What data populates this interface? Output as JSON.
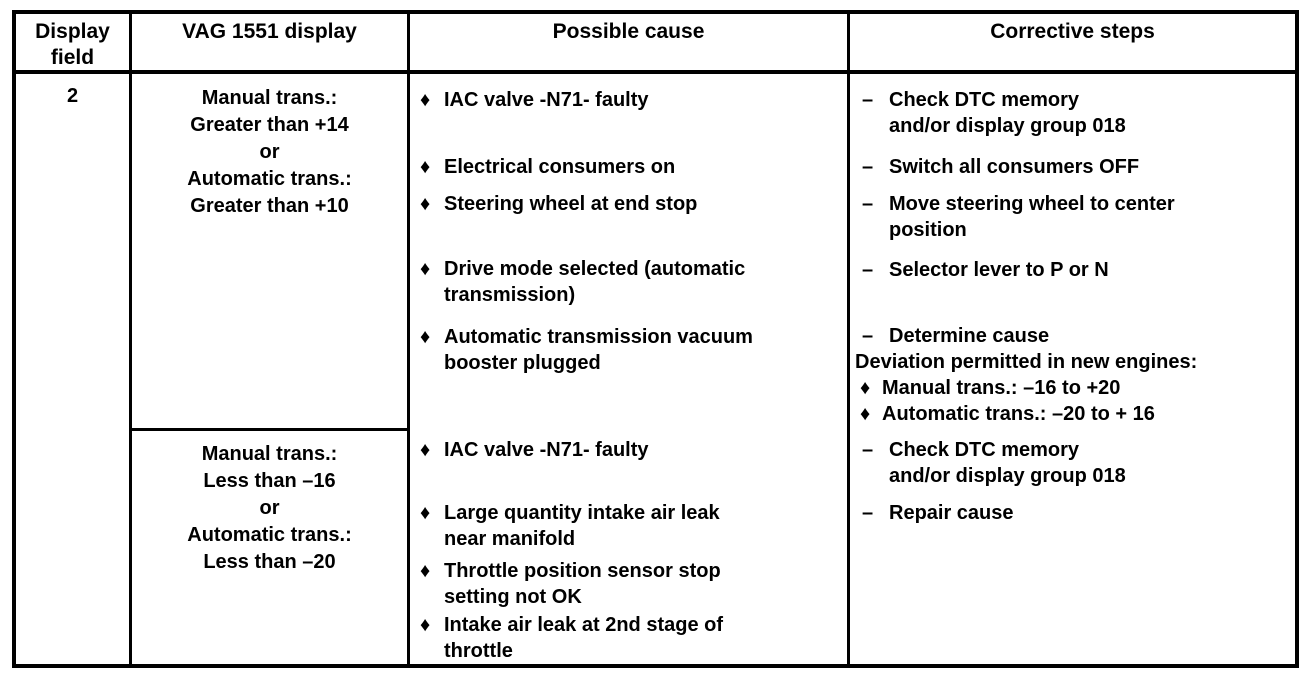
{
  "colors": {
    "background": "#ffffff",
    "text": "#000000",
    "border": "#000000"
  },
  "table": {
    "headers": {
      "display_field": "Display\nfield",
      "vag_display": "VAG 1551 display",
      "possible_cause": "Possible cause",
      "corrective_steps": "Corrective steps"
    },
    "display_field_value": "2",
    "sections": [
      {
        "vag_display": "Manual trans.:\nGreater than +14\nor\nAutomatic trans.:\nGreater than +10",
        "causes": [
          {
            "marker": "♦",
            "text": "IAC valve -N71- faulty"
          },
          {
            "marker": "♦",
            "text": "Electrical consumers on"
          },
          {
            "marker": "♦",
            "text": "Steering wheel at end stop"
          },
          {
            "marker": "♦",
            "text": "Drive mode selected (automatic\ntransmission)"
          },
          {
            "marker": "♦",
            "text": "Automatic transmission vacuum\nbooster plugged"
          }
        ],
        "steps": [
          {
            "marker": "–",
            "text": "Check DTC memory\nand/or display group 018"
          },
          {
            "marker": "–",
            "text": "Switch all consumers OFF"
          },
          {
            "marker": "–",
            "text": "Move steering wheel to center\nposition"
          },
          {
            "marker": "–",
            "text": "Selector lever to P or N"
          },
          {
            "marker": "–",
            "text": "Determine cause"
          }
        ],
        "deviation": {
          "note": "Deviation permitted in new engines:",
          "items": [
            {
              "marker": "♦",
              "text": "Manual trans.: –16 to +20"
            },
            {
              "marker": "♦",
              "text": "Automatic trans.: –20 to + 16"
            }
          ]
        }
      },
      {
        "vag_display": "Manual trans.:\nLess than –16\nor\nAutomatic trans.:\nLess than –20",
        "causes": [
          {
            "marker": "♦",
            "text": "IAC valve -N71- faulty"
          },
          {
            "marker": "♦",
            "text": "Large quantity intake air leak\nnear manifold"
          },
          {
            "marker": "♦",
            "text": "Throttle position sensor stop\nsetting not OK"
          },
          {
            "marker": "♦",
            "text": "Intake air leak at 2nd stage of\nthrottle"
          }
        ],
        "steps": [
          {
            "marker": "–",
            "text": "Check DTC memory\nand/or display group 018"
          },
          {
            "marker": "–",
            "text": "Repair cause"
          }
        ]
      }
    ]
  }
}
